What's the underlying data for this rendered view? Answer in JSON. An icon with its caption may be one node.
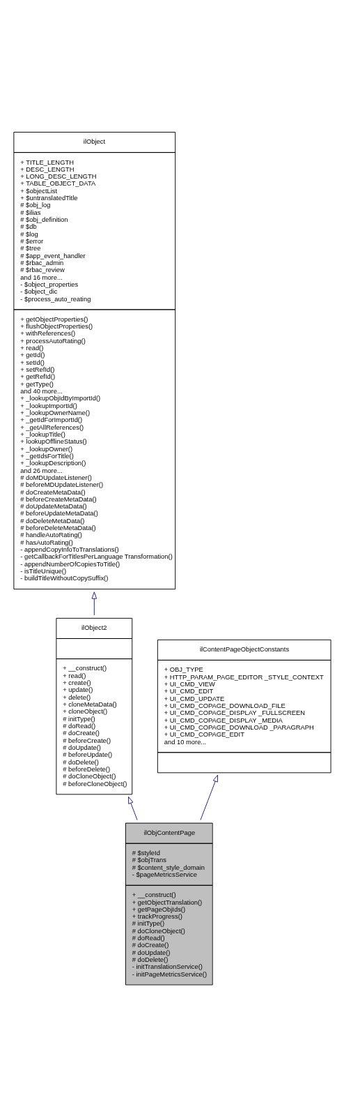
{
  "diagram": {
    "nodes": [
      {
        "text": [
          "ilObject",
          "+ TITLE_LENGTH",
          "+ DESC_LENGTH",
          "+ LONG_DESC_LENGTH",
          "+ TABLE_OBJECT_DATA",
          "+ $objectList",
          "+ $untranslatedTitle",
          "# $obj_log",
          "# $ilias",
          "# $obj_definition",
          "# $db",
          "# $log",
          "# $error",
          "# $tree",
          "# $app_event_handler",
          "# $rbac_admin",
          "# $rbac_review",
          "and 16 more...",
          "- $object_properties",
          "- $object_dic",
          "- $process_auto_reating",
          "+ getObjectProperties()",
          "+ flushObjectProperties()",
          "+ withReferences()",
          "+ processAutoRating()",
          "+ read()",
          "+ getId()",
          "+ setId()",
          "+ setRefId()",
          "+ getRefId()",
          "+ getType()",
          "and 40 more...",
          "+ _lookupObjIdByImportId()",
          "+ _lookupImportId()",
          "+ _lookupOwnerName()",
          "+ _getIdForImportId()",
          "+ _getAllReferences()",
          "+ _lookupTitle()",
          "+ lookupOfflineStatus()",
          "+ _lookupOwner()",
          "+ _getIdsForTitle()",
          "+ _lookupDescription()",
          "and 26 more...",
          "# doMDUpdateListener()",
          "# beforeMDUpdateListener()",
          "# doCreateMetaData()",
          "# beforeCreateMetaData()",
          "# doUpdateMetaData()",
          "# beforeUpdateMetaData()",
          "# doDeleteMetaData()",
          "# beforeDeleteMetaData()",
          "# handleAutoRating()",
          "# hasAutoRating()",
          "- appendCopyInfoToTranslations()",
          "- getCallbackForTitlesPerLanguage Transformation()",
          "- appendNumberOfCopiesToTitle()",
          "- isTitleUnique()",
          "- buildTitleWithoutCopySuffix()"
        ]
      },
      {
        "text": [
          "ilObject2",
          "+ __construct()",
          "+ read()",
          "+ create()",
          "+ update()",
          "+ delete()",
          "+ cloneMetaData()",
          "+ cloneObject()",
          "# initType()",
          "# doRead()",
          "# doCreate()",
          "# beforeCreate()",
          "# doUpdate()",
          "# beforeUpdate()",
          "# doDelete()",
          "# beforeDelete()",
          "# doCloneObject()",
          "# beforeCloneObject()"
        ]
      },
      {
        "text": [
          "ilContentPageObjectConstants",
          "+ OBJ_TYPE",
          "+ HTTP_PARAM_PAGE_EDITOR _STYLE_CONTEXT",
          "+ UI_CMD_VIEW",
          "+ UI_CMD_EDIT",
          "+ UI_CMD_UPDATE",
          "+ UI_CMD_COPAGE_DOWNLOAD_FILE",
          "+ UI_CMD_COPAGE_DISPLAY _FULLSCREEN",
          "+ UI_CMD_COPAGE_DISPLAY _MEDIA",
          "+ UI_CMD_COPAGE_DOWNLOAD _PARAGRAPH",
          "+ UI_CMD_COPAGE_EDIT",
          "and 10 more..."
        ]
      },
      {
        "text": [
          "ilObjContentPage",
          "# $styleId",
          "# $objTrans",
          "# $content_style_domain",
          "- $pageMetricsService",
          "+ __construct()",
          "+ getObjectTranslation()",
          "+ getPageObjIds()",
          "+ trackProgress()",
          "# initType()",
          "# doCloneObject()",
          "# doRead()",
          "# doCreate()",
          "# doUpdate()",
          "# doDelete()",
          "- initTranslationService()",
          "- initPageMetricsService()"
        ]
      }
    ],
    "edges": [
      {
        "from": 1,
        "to": 0,
        "arrow": "to"
      },
      {
        "from": 3,
        "to": 1,
        "arrow": "to"
      },
      {
        "from": 3,
        "to": 2,
        "arrow": "to"
      }
    ]
  }
}
